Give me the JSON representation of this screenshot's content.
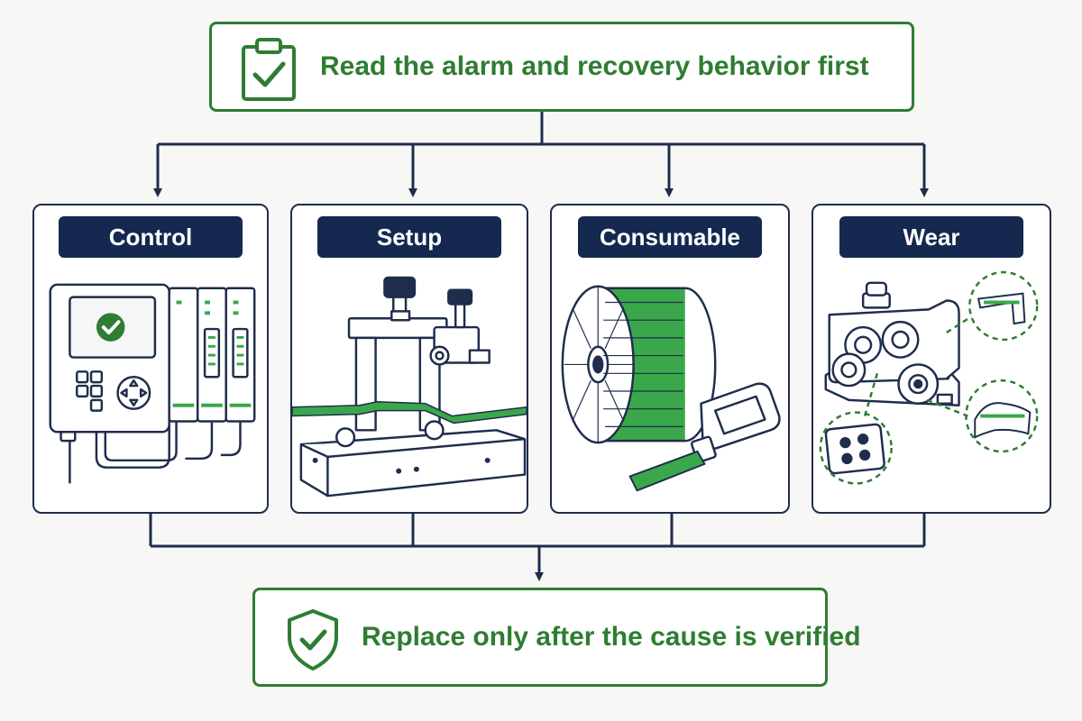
{
  "header": {
    "title": "Read the alarm and recovery behavior first",
    "icon": "clipboard-check-icon"
  },
  "categories": [
    {
      "label": "Control",
      "icon": "control-panel-icon"
    },
    {
      "label": "Setup",
      "icon": "adjustment-fixture-icon"
    },
    {
      "label": "Consumable",
      "icon": "wire-spool-icon"
    },
    {
      "label": "Wear",
      "icon": "roller-assembly-icon"
    }
  ],
  "footer": {
    "title": "Replace only after the cause is verified",
    "icon": "shield-check-icon"
  },
  "colors": {
    "accent_green": "#2e7d32",
    "navy": "#142850",
    "outline": "#1f2d4d",
    "bright_green": "#3aa84a",
    "background": "#f7f7f5"
  }
}
